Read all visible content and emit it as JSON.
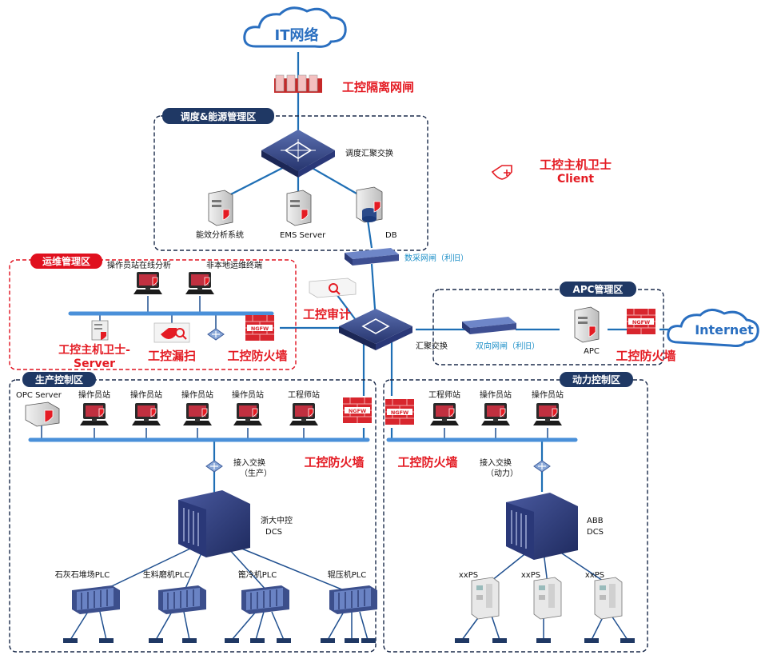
{
  "top": {
    "it_network": "IT网络",
    "gateway": "工控隔离网闸",
    "internet": "Internet"
  },
  "legend": {
    "title": "工控主机卫士",
    "subtitle": "Client"
  },
  "zones": {
    "dispatch": "调度&能源管理区",
    "ops": "运维管理区",
    "apc": "APC管理区",
    "production": "生产控制区",
    "power": "动力控制区"
  },
  "dispatch": {
    "switch": "调度汇聚交换",
    "energy": "能效分析系统",
    "ems": "EMS Server",
    "db": "DB",
    "data_gateway": "数采网闸（利旧）"
  },
  "ops": {
    "station_analysis": "操作员站在线分析",
    "remote_terminal": "非本地运维终端",
    "host_guard_1": "工控主机卫士-",
    "host_guard_2": "Server",
    "vuln_scan": "工控漏扫",
    "firewall": "工控防火墙"
  },
  "core": {
    "audit": "工控审计",
    "agg_switch": "汇聚交换"
  },
  "apc": {
    "gateway": "双向网闸（利旧）",
    "apc": "APC",
    "firewall": "工控防火墙"
  },
  "production": {
    "opc": "OPC Server",
    "stations": [
      "操作员站",
      "操作员站",
      "操作员站",
      "操作员站"
    ],
    "engineer": "工程师站",
    "firewall": "工控防火墙",
    "access_1": "接入交换",
    "access_2": "（生产）",
    "dcs_1": "浙大中控",
    "dcs_2": "DCS",
    "plcs": [
      "石灰石堆场PLC",
      "生料磨机PLC",
      "篦冷机PLC",
      "辊压机PLC"
    ]
  },
  "power": {
    "firewall": "工控防火墙",
    "engineer": "工程师站",
    "stations": [
      "操作员站",
      "操作员站"
    ],
    "access_1": "接入交换",
    "access_2": "（动力）",
    "dcs_1": "ABB",
    "dcs_2": "DCS",
    "ps": [
      "xxPS",
      "xxPS",
      "xxPS"
    ]
  },
  "colors": {
    "zone_border": "#1a2a4a",
    "zone_tag": "#1f3864",
    "red": "#e41b23",
    "link": "#1f6fb5",
    "bus": "#4a90d9"
  }
}
